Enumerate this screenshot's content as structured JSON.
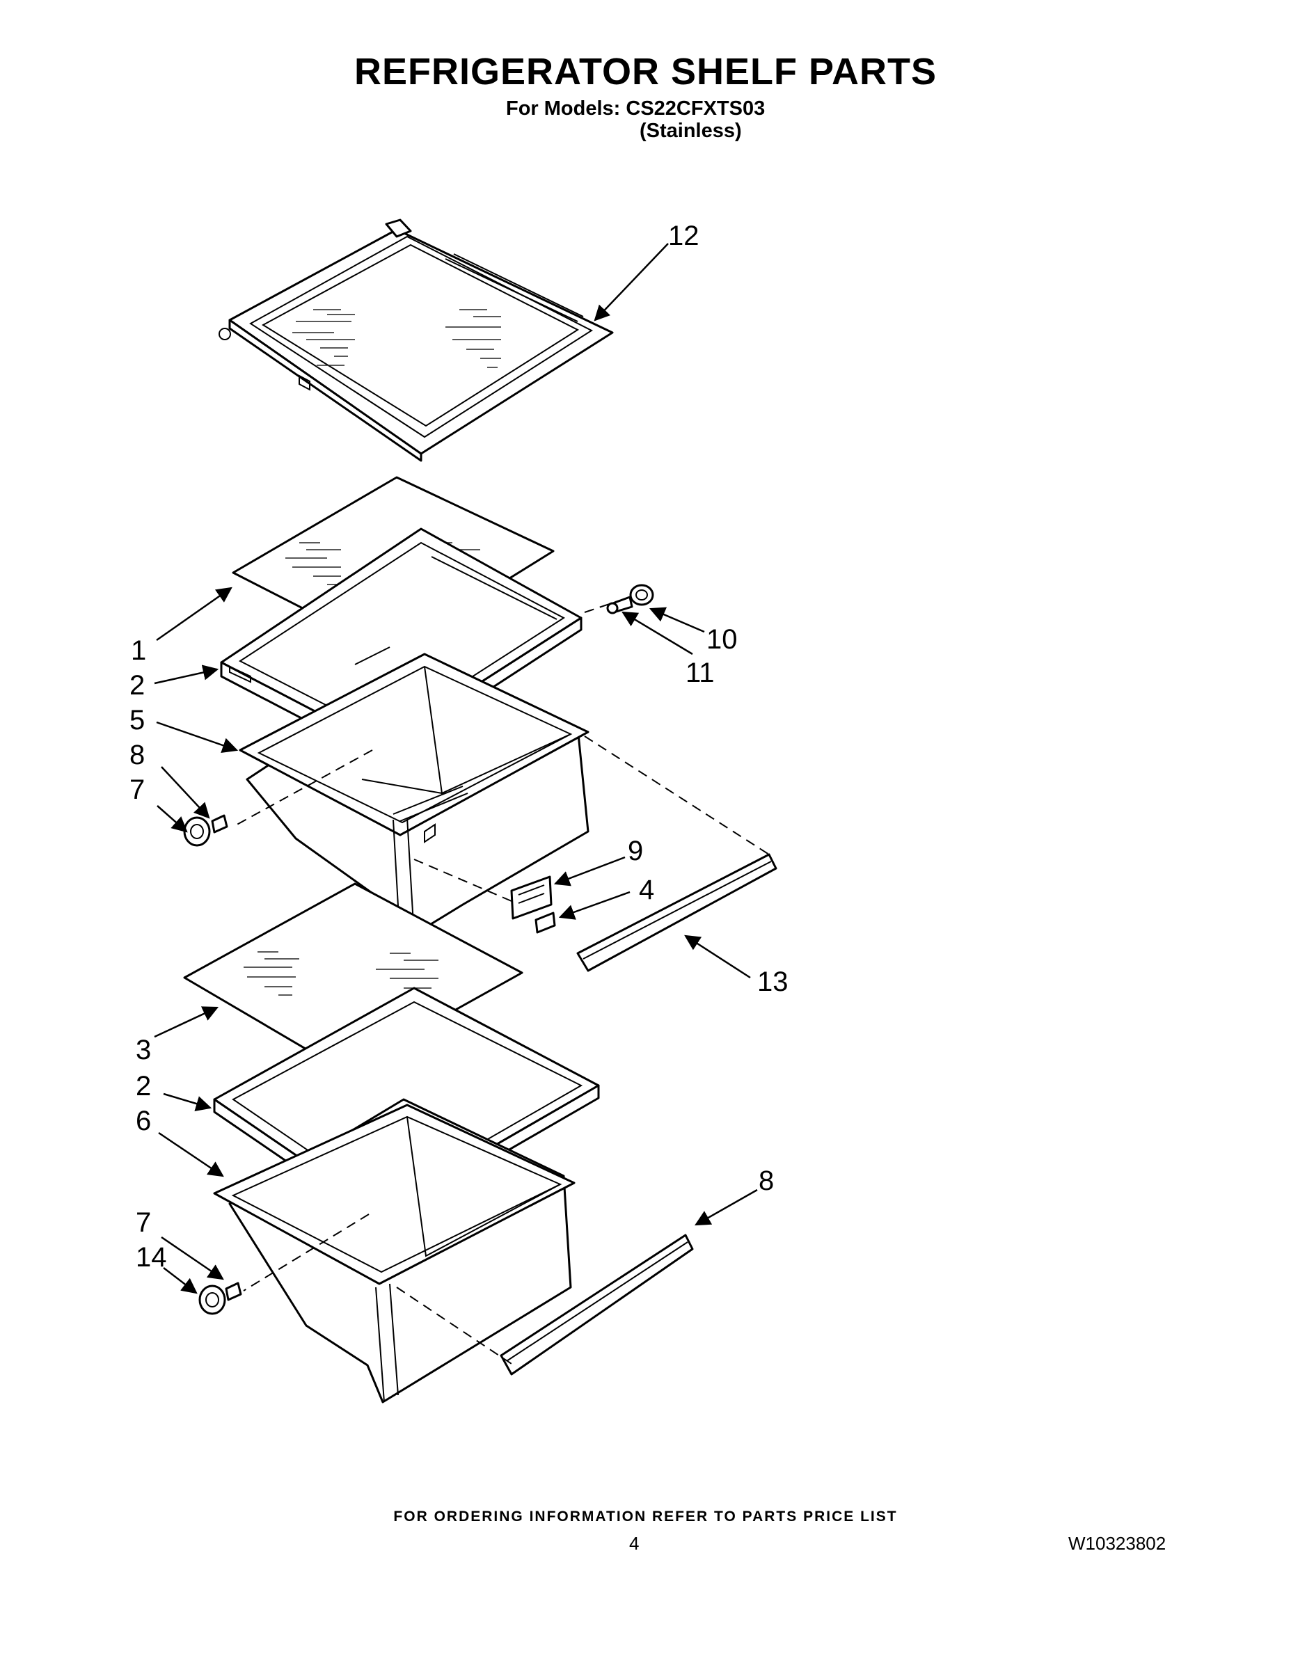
{
  "header": {
    "title": "REFRIGERATOR SHELF PARTS",
    "models_line": "For Models: CS22CFXTS03",
    "finish_line": "(Stainless)"
  },
  "callouts": [
    "12",
    "1",
    "2",
    "5",
    "8",
    "7",
    "10",
    "11",
    "9",
    "4",
    "13",
    "3",
    "2",
    "6",
    "8",
    "7",
    "14"
  ],
  "footer": {
    "ordering_note": "FOR ORDERING INFORMATION REFER TO PARTS PRICE LIST",
    "page_number": "4",
    "document_number": "W10323802"
  }
}
